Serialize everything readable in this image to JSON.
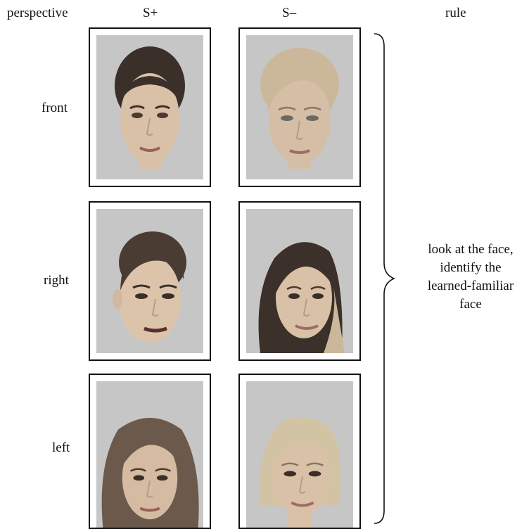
{
  "headers": {
    "perspective": "perspective",
    "s_plus": "S+",
    "s_minus": "S–",
    "rule": "rule"
  },
  "rows": [
    {
      "label": "front"
    },
    {
      "label": "right"
    },
    {
      "label": "left"
    }
  ],
  "rule_lines": [
    "look at the face,",
    "identify the",
    "learned-familiar",
    "face"
  ],
  "colors": {
    "panel_bg": "#c6c6c6",
    "frame": "#111111",
    "skin": "#d9c1a8",
    "hair_dark": "#3b2f29",
    "hair_light": "#cbb89a"
  }
}
